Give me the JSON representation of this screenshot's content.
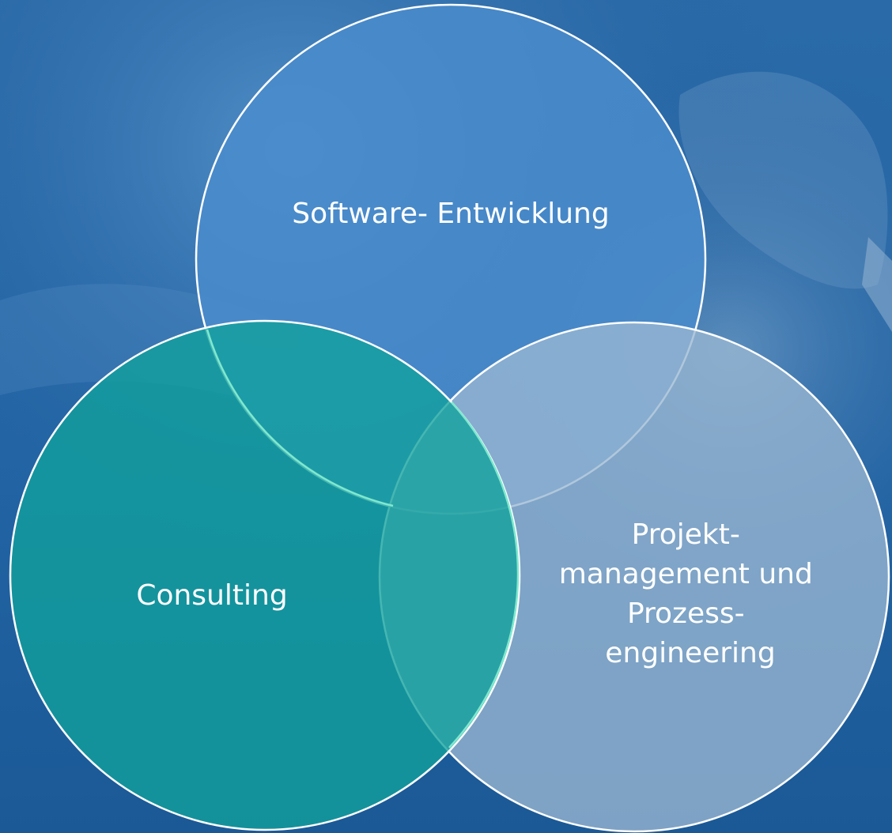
{
  "venn": {
    "circles": [
      {
        "id": "software",
        "lines": [
          "Software- Entwicklung"
        ],
        "fill": "#4a8ccd"
      },
      {
        "id": "consulting",
        "lines": [
          "Consulting"
        ],
        "fill": "#11a19c"
      },
      {
        "id": "project",
        "lines": [
          "Projekt-",
          "management und",
          "Prozess-",
          "engineering"
        ],
        "fill": "#9ab7d2"
      }
    ],
    "outline_color": "#ffffff",
    "overlap_outline_color": "#7fe8cf"
  },
  "background": {
    "base_color": "#1f5c9a",
    "photo_tint": "#3f7fbf"
  }
}
